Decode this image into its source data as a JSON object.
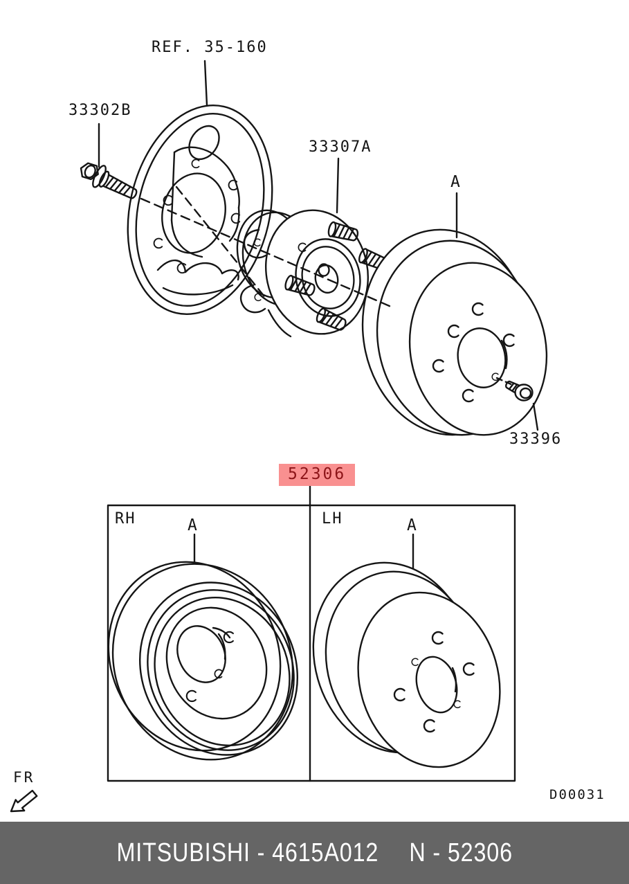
{
  "callouts": {
    "ref_backing_plate": "REF. 35-160",
    "bolt": "33302B",
    "hub_assembly": "33307A",
    "drum_marker": "A",
    "screw": "33396",
    "selected_part": "52306"
  },
  "variant_box": {
    "rh_label": "RH",
    "rh_marker": "A",
    "lh_label": "LH",
    "lh_marker": "A"
  },
  "orientation": {
    "front_label": "FR"
  },
  "drawing_code": "D00031",
  "footer": {
    "catalog_entry": "MITSUBISHI - 4615A012",
    "part_ref": "N - 52306"
  },
  "colors": {
    "line": "#151515",
    "highlight_bg": "#f99090",
    "highlight_text": "#8c1418",
    "footer_bg": "#656565",
    "footer_text": "#ffffff"
  }
}
